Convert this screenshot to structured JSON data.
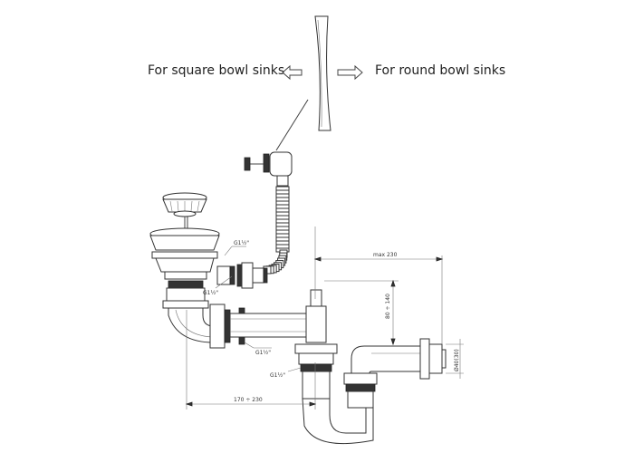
{
  "captions": {
    "left": "For square bowl sinks",
    "right": "For round bowl sinks"
  },
  "labels": {
    "g1_half_a": "G1½\"",
    "g1_half_b": "G1½\"",
    "g1_half_c": "G1½\"",
    "g1_half_d": "G1½\"",
    "max_230": "max 230",
    "range_80_140": "80 ÷ 140",
    "diam_40": "Ø40(30)",
    "range_170_230": "170 ÷ 230"
  },
  "icons": {
    "left_arrow": "outline-arrow-left-icon",
    "right_arrow": "outline-arrow-right-icon"
  },
  "colors": {
    "line": "#333333",
    "text": "#222222"
  }
}
